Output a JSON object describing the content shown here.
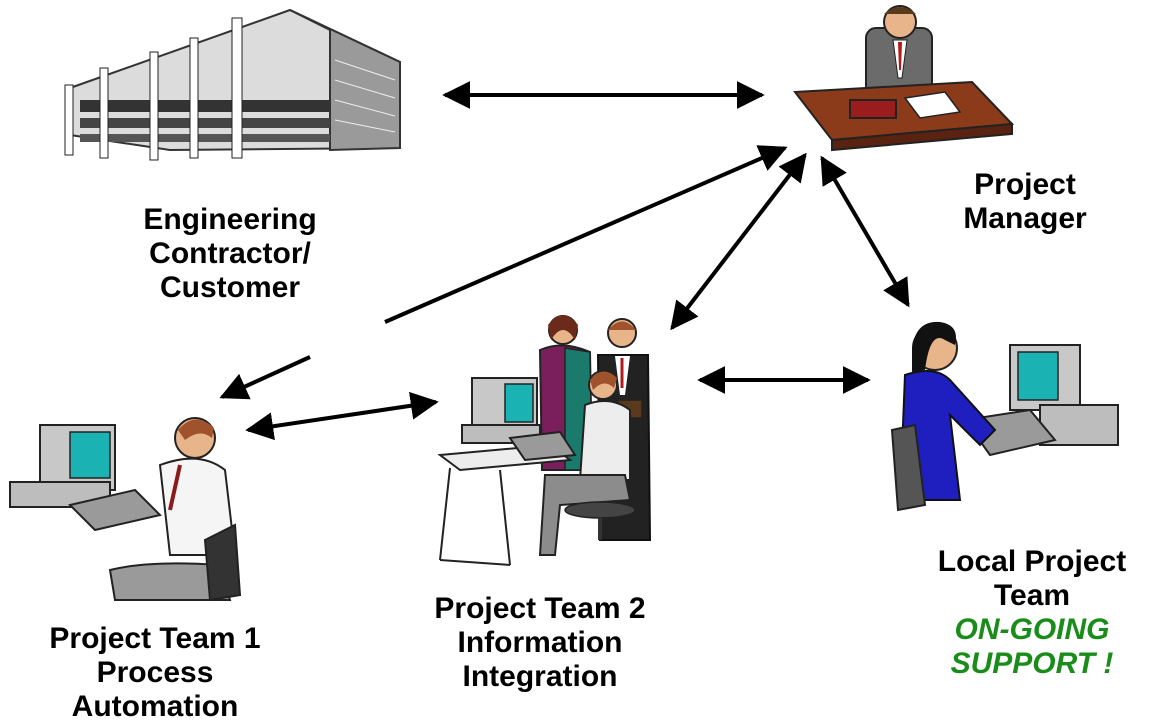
{
  "nodes": {
    "contractor": {
      "lines": [
        "Engineering",
        "Contractor/",
        "Customer"
      ],
      "icon": "office-building-icon"
    },
    "manager": {
      "lines": [
        "Project",
        "Manager"
      ],
      "icon": "manager-at-desk-icon"
    },
    "team1": {
      "lines": [
        "Project Team 1",
        "Process",
        "Automation"
      ],
      "icon": "engineer-at-computer-icon"
    },
    "team2": {
      "lines": [
        "Project Team 2",
        "Information",
        "Integration"
      ],
      "icon": "team-at-computer-icon"
    },
    "local": {
      "lines": [
        "Local Project",
        "Team"
      ],
      "highlight": [
        "ON-GOING",
        "SUPPORT !"
      ],
      "icon": "woman-at-computer-icon"
    }
  },
  "connections": [
    {
      "from": "contractor",
      "to": "manager"
    },
    {
      "from": "manager",
      "to": "team1"
    },
    {
      "from": "manager",
      "to": "team2"
    },
    {
      "from": "manager",
      "to": "local"
    },
    {
      "from": "team1",
      "to": "team2"
    },
    {
      "from": "team2",
      "to": "local"
    }
  ],
  "colors": {
    "highlight": "#1a8c1a",
    "desk": "#8b3a1a",
    "screen": "#1ab2b2",
    "womanSuit": "#1f1fbf"
  }
}
